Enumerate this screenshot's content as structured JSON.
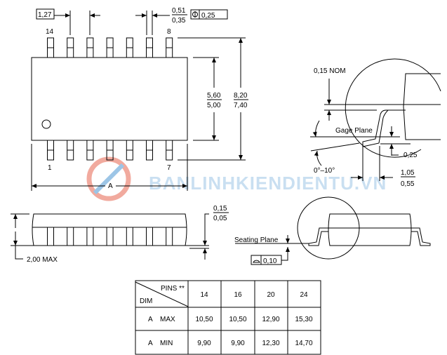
{
  "watermark": "BANLINHKIENDIENTU.VN",
  "top_view": {
    "pin_pitch": "1,27",
    "pin_width_max": "0,51",
    "pin_width_min": "0,35",
    "position_tolerance": "0,25",
    "pin_labels": {
      "top_left": "14",
      "top_right": "8",
      "bottom_left": "1",
      "bottom_right": "7"
    },
    "body_width_max": "5,60",
    "body_width_min": "5,00",
    "overall_width_max": "8,20",
    "overall_width_min": "7,40",
    "length_label": "A"
  },
  "side_view": {
    "height_label": "2,00 MAX",
    "standoff_max": "0,15",
    "standoff_min": "0,05",
    "seating_plane_label": "Seating Plane",
    "flatness": "0,10"
  },
  "detail": {
    "lead_thickness": "0,15 NOM",
    "gage_plane_label": "Gage Plane",
    "gage_offset": "0,25",
    "angle": "0°–10°",
    "foot_length_max": "1,05",
    "foot_length_min": "0,55"
  },
  "table": {
    "header_pins": "PINS **",
    "header_dim": "DIM",
    "columns": [
      "14",
      "16",
      "20",
      "24"
    ],
    "rows": [
      {
        "label_a": "A",
        "label_b": "MAX",
        "values": [
          "10,50",
          "10,50",
          "12,90",
          "15,30"
        ]
      },
      {
        "label_a": "A",
        "label_b": "MIN",
        "values": [
          "9,90",
          "9,90",
          "12,30",
          "14,70"
        ]
      }
    ]
  }
}
